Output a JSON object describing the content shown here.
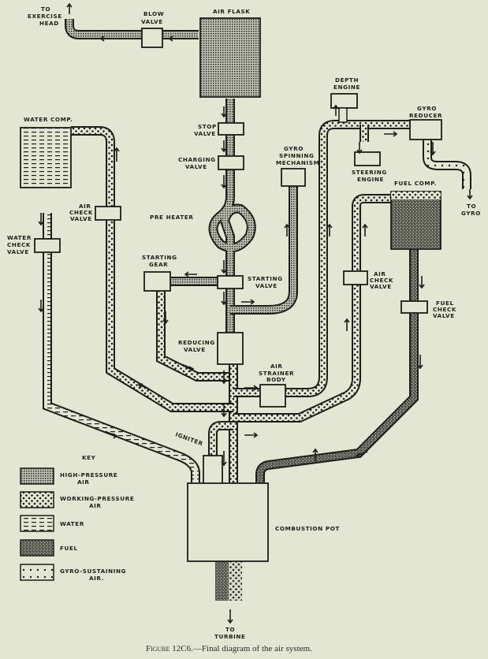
{
  "title": "Final diagram of the air system",
  "caption": {
    "figure_label": "Figure 12C6.",
    "text": "—Final diagram of the air system."
  },
  "components": {
    "air_flask": "AIR FLASK",
    "blow_valve": [
      "BLOW",
      "VALVE"
    ],
    "exercise_head": [
      "TO",
      "EXERCISE",
      "HEAD"
    ],
    "stop_valve": [
      "STOP",
      "VALVE"
    ],
    "charging_valve": [
      "CHARGING",
      "VALVE"
    ],
    "pre_heater": "PRE HEATER",
    "starting_gear": [
      "STARTING",
      "GEAR"
    ],
    "starting_valve": [
      "STARTING",
      "VALVE"
    ],
    "reducing_valve": [
      "REDUCING",
      "VALVE"
    ],
    "air_strainer_body": [
      "AIR",
      "STRAINER",
      "BODY"
    ],
    "gyro_spinning": [
      "GYRO",
      "SPINNING",
      "MECHANISM"
    ],
    "depth_engine": [
      "DEPTH",
      "ENGINE"
    ],
    "gyro_reducer": [
      "GYRO",
      "REDUCER"
    ],
    "steering_engine": [
      "STEERING",
      "ENGINE"
    ],
    "to_gyro": [
      "TO",
      "GYRO"
    ],
    "water_comp": "WATER COMP.",
    "air_check_valve_left": [
      "AIR",
      "CHECK",
      "VALVE"
    ],
    "water_check_valve": [
      "WATER",
      "CHECK",
      "VALVE"
    ],
    "fuel_comp": "FUEL COMP.",
    "air_check_valve_right": [
      "AIR",
      "CHECK",
      "VALVE"
    ],
    "fuel_check_valve": [
      "FUEL",
      "CHECK",
      "VALVE"
    ],
    "igniter": "IGNITER",
    "combustion_pot": "COMBUSTION POT",
    "to_turbine": [
      "TO",
      "TURBINE"
    ]
  },
  "key": {
    "title": "KEY",
    "items": [
      {
        "id": "high",
        "label": [
          "HIGH-PRESSURE",
          "AIR"
        ]
      },
      {
        "id": "work",
        "label": [
          "WORKING-PRESSURE",
          "AIR"
        ]
      },
      {
        "id": "water",
        "label": [
          "WATER"
        ]
      },
      {
        "id": "fuel",
        "label": [
          "FUEL"
        ]
      },
      {
        "id": "gyro",
        "label": [
          "GYRO-SUSTAINING",
          "AIR."
        ]
      }
    ]
  },
  "colors": {
    "paper": "#e3e6d3",
    "ink": "#1d1d1a"
  }
}
